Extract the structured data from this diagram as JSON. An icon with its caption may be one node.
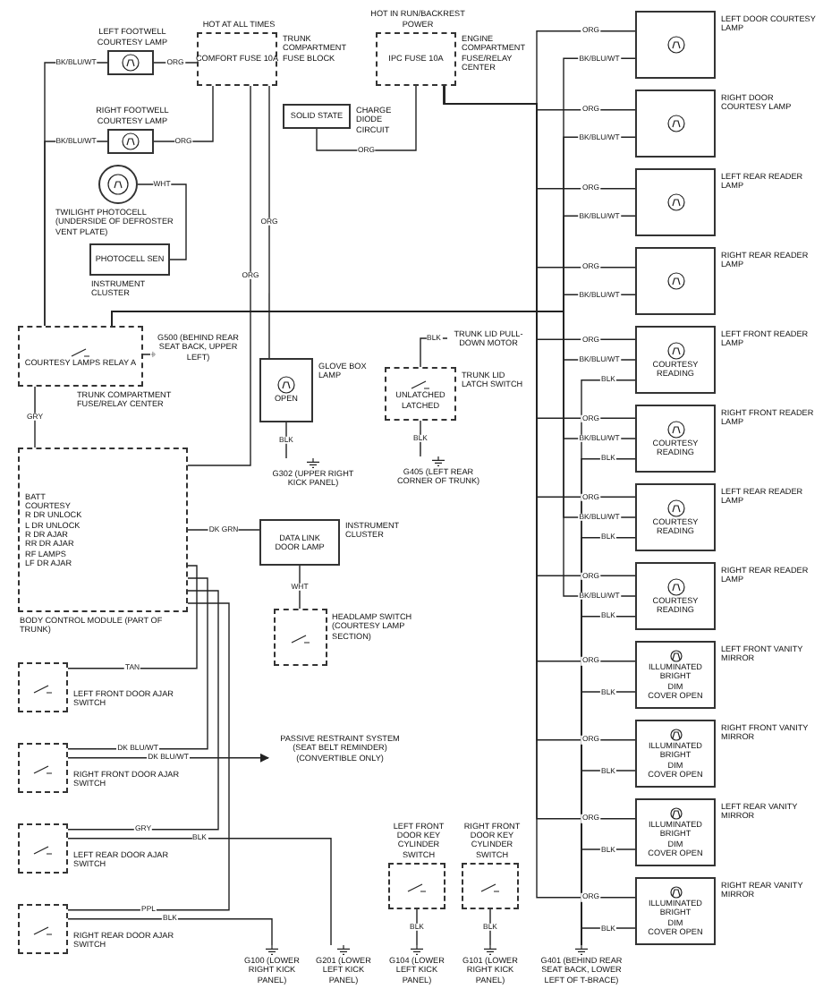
{
  "diagram": {
    "nodes": [
      {
        "text": [
          "LEFT FOOTWELL COURTESY LAMP"
        ]
      },
      {
        "text": [
          "RIGHT FOOTWELL COURTESY LAMP"
        ]
      },
      {
        "text": [
          "HOT AT ALL TIMES",
          "COMFORT FUSE 10A"
        ],
        "beside": [
          "TRUNK COMPARTMENT FUSE BLOCK"
        ]
      },
      {
        "text": [
          "SOLID STATE"
        ],
        "beside": [
          "CHARGE DIODE CIRCUIT"
        ]
      },
      {
        "text": [
          "HOT IN RUN/BACKREST POWER",
          "IPC FUSE 10A"
        ],
        "beside": [
          "ENGINE COMPARTMENT FUSE/RELAY CENTER"
        ]
      },
      {
        "text": [],
        "shape": "circle",
        "beside": [
          "TWILIGHT PHOTOCELL (UNDERSIDE OF DEFROSTER VENT PLATE)"
        ]
      },
      {
        "text": [
          "PHOTOCELL SEN"
        ],
        "beside": [
          "INSTRUMENT CLUSTER"
        ]
      },
      {
        "text": [
          "COURTESY LAMPS RELAY A"
        ],
        "beside": [
          "TRUNK COMPARTMENT FUSE/RELAY CENTER"
        ]
      },
      {
        "text": [
          "G500 (BEHIND REAR SEAT BACK, UPPER LEFT)"
        ]
      },
      {
        "text": [
          "GLOVE BOX LAMP",
          "OPEN"
        ]
      },
      {
        "text": [
          "G302 (UPPER RIGHT KICK PANEL)"
        ]
      },
      {
        "text": [
          "TRUNK LID PULL-DOWN MOTOR"
        ]
      },
      {
        "text": [
          "TRUNK LID LATCH SWITCH",
          "UNLATCHED",
          "LATCHED"
        ]
      },
      {
        "text": [
          "G405 (LEFT REAR CORNER OF TRUNK)"
        ]
      },
      {
        "text": [
          "BATT",
          "COURTESY",
          "R DR UNLOCK",
          "L DR UNLOCK",
          "R DR AJAR",
          "RR DR AJAR",
          "RF LAMPS",
          "LF DR AJAR"
        ],
        "beside": [
          "BODY CONTROL MODULE (PART OF TRUNK)"
        ]
      },
      {
        "text": [
          "DATA LINK",
          "DOOR LAMP"
        ],
        "beside": [
          "INSTRUMENT CLUSTER"
        ]
      },
      {
        "text": [
          "HEADLAMP SWITCH (COURTESY LAMP SECTION)"
        ]
      },
      {
        "text": [
          "LEFT FRONT DOOR AJAR SWITCH"
        ]
      },
      {
        "text": [
          "RIGHT FRONT DOOR AJAR SWITCH"
        ]
      },
      {
        "text": [
          "LEFT REAR DOOR AJAR SWITCH"
        ]
      },
      {
        "text": [
          "RIGHT REAR DOOR AJAR SWITCH"
        ]
      },
      {
        "text": [
          "PASSIVE RESTRAINT SYSTEM (SEAT BELT REMINDER) (CONVERTIBLE ONLY)"
        ]
      },
      {
        "text": [
          "G100 (LOWER RIGHT KICK PANEL)"
        ]
      },
      {
        "text": [
          "G201 (LOWER LEFT KICK PANEL)"
        ]
      },
      {
        "text": [
          "LEFT FRONT DOOR KEY CYLINDER SWITCH"
        ]
      },
      {
        "text": [
          "G104 (LOWER LEFT KICK PANEL)"
        ]
      },
      {
        "text": [
          "RIGHT FRONT DOOR KEY CYLINDER SWITCH"
        ]
      },
      {
        "text": [
          "G101 (LOWER RIGHT KICK PANEL)"
        ]
      },
      {
        "text": [
          "G401 (BEHIND REAR SEAT BACK, LOWER LEFT OF T-BRACE)"
        ]
      },
      {
        "text": [
          "LEFT DOOR COURTESY LAMP"
        ]
      },
      {
        "text": [
          "RIGHT DOOR COURTESY LAMP"
        ]
      },
      {
        "text": [
          "LEFT REAR READER LAMP"
        ]
      },
      {
        "text": [
          "RIGHT REAR READER LAMP"
        ]
      },
      {
        "text": [
          "LEFT FRONT READER LAMP",
          "COURTESY",
          "READING"
        ]
      },
      {
        "text": [
          "RIGHT FRONT READER LAMP",
          "COURTESY",
          "READING"
        ]
      },
      {
        "text": [
          "LEFT REAR READER LAMP",
          "COURTESY",
          "READING"
        ]
      },
      {
        "text": [
          "RIGHT REAR READER LAMP",
          "COURTESY",
          "READING"
        ]
      },
      {
        "text": [
          "LEFT FRONT VANITY MIRROR",
          "ILLUMINATED",
          "BRIGHT",
          "DIM",
          "COVER OPEN"
        ]
      },
      {
        "text": [
          "RIGHT FRONT VANITY MIRROR",
          "ILLUMINATED",
          "BRIGHT",
          "DIM",
          "COVER OPEN"
        ]
      },
      {
        "text": [
          "LEFT REAR VANITY MIRROR",
          "ILLUMINATED",
          "BRIGHT",
          "DIM",
          "COVER OPEN"
        ]
      },
      {
        "text": [
          "RIGHT REAR VANITY MIRROR",
          "ILLUMINATED",
          "BRIGHT",
          "DIM",
          "COVER OPEN"
        ]
      }
    ],
    "edges": [
      {
        "from": 2,
        "to": 0,
        "arrow": "none",
        "label": "ORG"
      },
      {
        "from": 2,
        "to": 1,
        "arrow": "none",
        "label": "ORG"
      },
      {
        "from": 0,
        "to": 7,
        "arrow": "none",
        "label": "BK/BLU/WT"
      },
      {
        "from": 1,
        "to": 7,
        "arrow": "none",
        "label": "BK/BLU/WT"
      },
      {
        "from": 5,
        "to": 6,
        "arrow": "none",
        "label": "WHT"
      },
      {
        "from": 7,
        "to": 8,
        "arrow": "none"
      },
      {
        "from": 2,
        "to": 9,
        "arrow": "none",
        "label": "ORG"
      },
      {
        "from": 9,
        "to": 10,
        "arrow": "none",
        "label": "BLK"
      },
      {
        "from": 3,
        "to": 4,
        "arrow": "none",
        "label": "ORG"
      },
      {
        "from": 12,
        "to": 11,
        "arrow": "none",
        "label": "BLK"
      },
      {
        "from": 12,
        "to": 13,
        "arrow": "none",
        "label": "BLK"
      },
      {
        "from": 2,
        "to": 14,
        "arrow": "none",
        "label": "ORG"
      },
      {
        "from": 14,
        "to": 7,
        "arrow": "none",
        "label": "GRY"
      },
      {
        "from": 14,
        "to": 15,
        "arrow": "none",
        "label": "DK GRN"
      },
      {
        "from": 15,
        "to": 16,
        "arrow": "none",
        "label": "WHT"
      },
      {
        "from": 17,
        "to": 14,
        "arrow": "none",
        "label": "TAN"
      },
      {
        "from": 18,
        "to": 14,
        "arrow": "none",
        "label": "DK BLU/WT"
      },
      {
        "from": 19,
        "to": 14,
        "arrow": "none",
        "label": "GRY"
      },
      {
        "from": 20,
        "to": 14,
        "arrow": "none",
        "label": "PPL"
      },
      {
        "from": 18,
        "to": 21,
        "arrow": "to",
        "label": "DK BLU/WT"
      },
      {
        "from": 19,
        "to": 23,
        "arrow": "none",
        "label": "BLK"
      },
      {
        "from": 20,
        "to": 22,
        "arrow": "none",
        "label": "BLK"
      },
      {
        "from": 24,
        "to": 25,
        "arrow": "none",
        "label": "BLK"
      },
      {
        "from": 26,
        "to": 27,
        "arrow": "none",
        "label": "BLK"
      },
      {
        "from": 4,
        "to": 29,
        "arrow": "none",
        "label": "ORG"
      },
      {
        "from": 4,
        "to": 30,
        "arrow": "none",
        "label": "ORG"
      },
      {
        "from": 4,
        "to": 31,
        "arrow": "none",
        "label": "ORG"
      },
      {
        "from": 4,
        "to": 32,
        "arrow": "none",
        "label": "ORG"
      },
      {
        "from": 4,
        "to": 33,
        "arrow": "none",
        "label": "ORG"
      },
      {
        "from": 4,
        "to": 34,
        "arrow": "none",
        "label": "ORG"
      },
      {
        "from": 4,
        "to": 35,
        "arrow": "none",
        "label": "ORG"
      },
      {
        "from": 4,
        "to": 36,
        "arrow": "none",
        "label": "ORG"
      },
      {
        "from": 4,
        "to": 37,
        "arrow": "none",
        "label": "ORG"
      },
      {
        "from": 4,
        "to": 38,
        "arrow": "none",
        "label": "ORG"
      },
      {
        "from": 4,
        "to": 39,
        "arrow": "none",
        "label": "ORG"
      },
      {
        "from": 4,
        "to": 40,
        "arrow": "none",
        "label": "ORG"
      },
      {
        "from": 29,
        "to": 7,
        "arrow": "none",
        "label": "BK/BLU/WT"
      },
      {
        "from": 30,
        "to": 7,
        "arrow": "none",
        "label": "BK/BLU/WT"
      },
      {
        "from": 31,
        "to": 7,
        "arrow": "none",
        "label": "BK/BLU/WT"
      },
      {
        "from": 32,
        "to": 7,
        "arrow": "none",
        "label": "BK/BLU/WT"
      },
      {
        "from": 33,
        "to": 7,
        "arrow": "none",
        "label": "BK/BLU/WT"
      },
      {
        "from": 34,
        "to": 7,
        "arrow": "none",
        "label": "BK/BLU/WT"
      },
      {
        "from": 35,
        "to": 7,
        "arrow": "none",
        "label": "BK/BLU/WT"
      },
      {
        "from": 36,
        "to": 7,
        "arrow": "none",
        "label": "BK/BLU/WT"
      },
      {
        "from": 33,
        "to": 28,
        "arrow": "none",
        "label": "BLK"
      },
      {
        "from": 34,
        "to": 28,
        "arrow": "none",
        "label": "BLK"
      },
      {
        "from": 35,
        "to": 28,
        "arrow": "none",
        "label": "BLK"
      },
      {
        "from": 36,
        "to": 28,
        "arrow": "none",
        "label": "BLK"
      },
      {
        "from": 37,
        "to": 28,
        "arrow": "none",
        "label": "BLK"
      },
      {
        "from": 38,
        "to": 28,
        "arrow": "none",
        "label": "BLK"
      },
      {
        "from": 39,
        "to": 28,
        "arrow": "none",
        "label": "BLK"
      },
      {
        "from": 40,
        "to": 28,
        "arrow": "none",
        "label": "BLK"
      }
    ]
  }
}
